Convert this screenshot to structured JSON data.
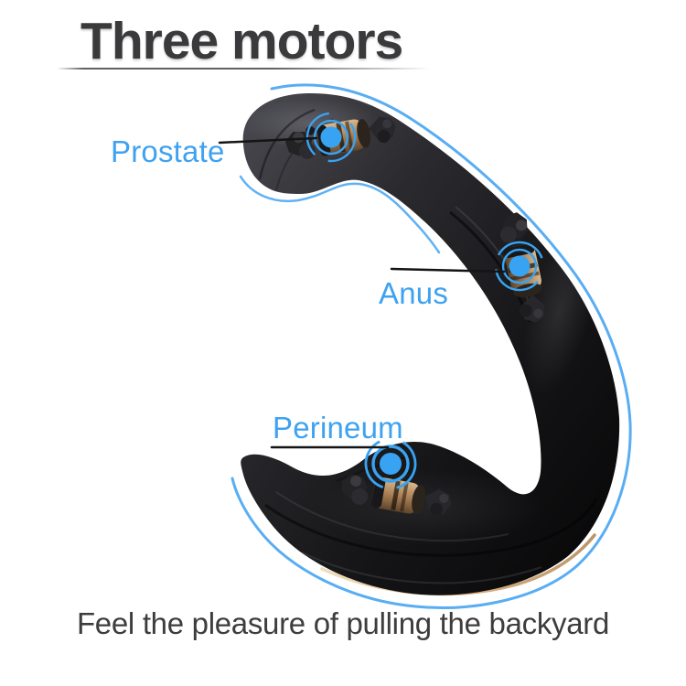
{
  "page": {
    "title": "Three motors",
    "caption": "Feel the pleasure of pulling the backyard"
  },
  "callouts": [
    {
      "id": "prostate",
      "label": "Prostate"
    },
    {
      "id": "anus",
      "label": "Anus"
    },
    {
      "id": "perineum",
      "label": "Perineum"
    }
  ],
  "colors": {
    "accent_blue": "#3FA2F0",
    "circle_blue": "#38A3F2",
    "outline_blue": "#4FA9F2",
    "title_text": "#3A3A3C",
    "caption_text": "#3D3D3D",
    "leader_line": "#141414",
    "body_dark": "#131315",
    "copper": "#A87F55",
    "gold_stripe": "#D7AE7D",
    "background": "#FFFFFF"
  }
}
